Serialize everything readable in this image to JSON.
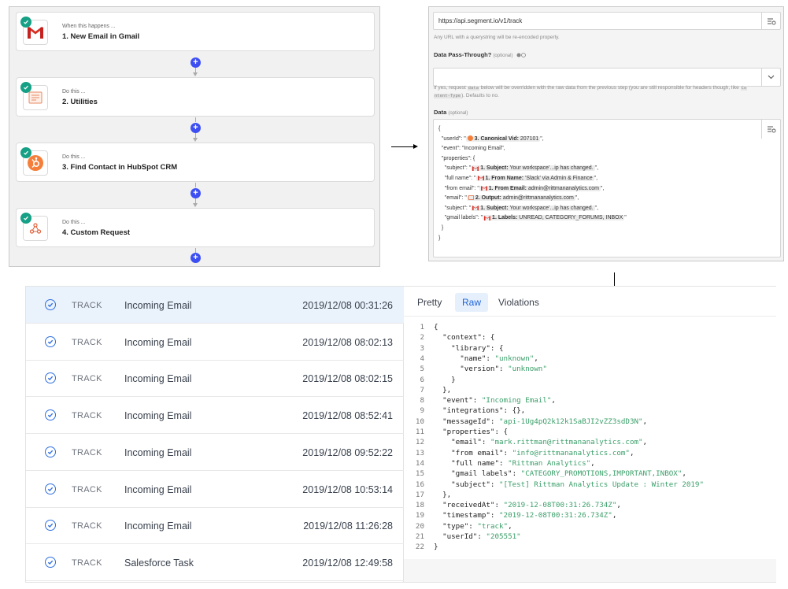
{
  "zap": {
    "steps": [
      {
        "subtitle": "When this happens ...",
        "title": "1. New Email in Gmail",
        "app": "gmail-icon"
      },
      {
        "subtitle": "Do this ...",
        "title": "2. Utilities",
        "app": "utilities-icon"
      },
      {
        "subtitle": "Do this ...",
        "title": "3. Find Contact in HubSpot CRM",
        "app": "hubspot-icon"
      },
      {
        "subtitle": "Do this ...",
        "title": "4. Custom Request",
        "app": "webhook-icon"
      }
    ],
    "add_label": "+"
  },
  "request": {
    "url": "https://api.segment.io/v1/track",
    "url_hint": "Any URL with a querystring will be re-encoded properly.",
    "passthrough_label": "Data Pass-Through?",
    "passthrough_optional": "(optional)",
    "passthrough_hint_pre": "If yes, request",
    "passthrough_hint_code1": "data",
    "passthrough_hint_mid": "below will be overridden with the raw data from the previous step (you are still responsible for headers though, like",
    "passthrough_hint_code2a": "Co",
    "passthrough_hint_code2b": "ntent-Type",
    "passthrough_hint_post": "). Defaults to no.",
    "data_label": "Data",
    "data_optional": "(optional)",
    "data_lines": {
      "l1": "{",
      "l2_pre": "\"userId\": \"",
      "l2_bold": "3. Canonical Vid:",
      "l2_val": "207101",
      "l2_post": "\",",
      "l3": "\"event\": \"Incoming Email\",",
      "l4": "\"properties\": {",
      "l5_pre": "\"subject\": \"",
      "l5_bold": "1. Subject:",
      "l5_val": "Your workspace'...ip has changed.",
      "l5_post": "\",",
      "l6_pre": "\"full name\": \"",
      "l6_bold": "1. From Name:",
      "l6_val": "'Slack' via Admin & Finance",
      "l6_post": "\",",
      "l7_pre": "\"from email\": \"",
      "l7_bold": "1. From Email:",
      "l7_val": "admin@rittmananalytics.com",
      "l7_post": "\",",
      "l8_pre": "\"email\": \"",
      "l8_bold": "2. Output:",
      "l8_val": "admin@rittmananalytics.com",
      "l8_post": "\",",
      "l9_pre": "\"subject\": \"",
      "l9_bold": "1. Subject:",
      "l9_val": "Your workspace'...ip has changed.",
      "l9_post": "\",",
      "l10_pre": "\"gmail labels\": \"",
      "l10_bold": "1. Labels:",
      "l10_val": "UNREAD, CATEGORY_FORUMS, INBOX",
      "l10_post": "\"",
      "l11": "}",
      "l12": "}"
    }
  },
  "events": [
    {
      "type": "TRACK",
      "name": "Incoming Email",
      "time": "2019/12/08 00:31:26"
    },
    {
      "type": "TRACK",
      "name": "Incoming Email",
      "time": "2019/12/08 08:02:13"
    },
    {
      "type": "TRACK",
      "name": "Incoming Email",
      "time": "2019/12/08 08:02:15"
    },
    {
      "type": "TRACK",
      "name": "Incoming Email",
      "time": "2019/12/08 08:52:41"
    },
    {
      "type": "TRACK",
      "name": "Incoming Email",
      "time": "2019/12/08 09:52:22"
    },
    {
      "type": "TRACK",
      "name": "Incoming Email",
      "time": "2019/12/08 10:53:14"
    },
    {
      "type": "TRACK",
      "name": "Incoming Email",
      "time": "2019/12/08 11:26:28"
    },
    {
      "type": "TRACK",
      "name": "Salesforce Task",
      "time": "2019/12/08 12:49:58"
    }
  ],
  "tabs": [
    "Pretty",
    "Raw",
    "Violations"
  ],
  "json_lines": [
    [
      {
        "t": "p",
        "v": "{"
      }
    ],
    [
      {
        "t": "k",
        "v": "  \"context\""
      },
      {
        "t": "p",
        "v": ": {"
      }
    ],
    [
      {
        "t": "k",
        "v": "    \"library\""
      },
      {
        "t": "p",
        "v": ": {"
      }
    ],
    [
      {
        "t": "k",
        "v": "      \"name\""
      },
      {
        "t": "p",
        "v": ": "
      },
      {
        "t": "s",
        "v": "\"unknown\""
      },
      {
        "t": "p",
        "v": ","
      }
    ],
    [
      {
        "t": "k",
        "v": "      \"version\""
      },
      {
        "t": "p",
        "v": ": "
      },
      {
        "t": "s",
        "v": "\"unknown\""
      }
    ],
    [
      {
        "t": "p",
        "v": "    }"
      }
    ],
    [
      {
        "t": "p",
        "v": "  },"
      }
    ],
    [
      {
        "t": "k",
        "v": "  \"event\""
      },
      {
        "t": "p",
        "v": ": "
      },
      {
        "t": "s",
        "v": "\"Incoming Email\""
      },
      {
        "t": "p",
        "v": ","
      }
    ],
    [
      {
        "t": "k",
        "v": "  \"integrations\""
      },
      {
        "t": "p",
        "v": ": {},"
      }
    ],
    [
      {
        "t": "k",
        "v": "  \"messageId\""
      },
      {
        "t": "p",
        "v": ": "
      },
      {
        "t": "s",
        "v": "\"api-1Ug4pQ2k12k1SaBJI2vZZ3sdD3N\""
      },
      {
        "t": "p",
        "v": ","
      }
    ],
    [
      {
        "t": "k",
        "v": "  \"properties\""
      },
      {
        "t": "p",
        "v": ": {"
      }
    ],
    [
      {
        "t": "k",
        "v": "    \"email\""
      },
      {
        "t": "p",
        "v": ": "
      },
      {
        "t": "s",
        "v": "\"mark.rittman@rittmananalytics.com\""
      },
      {
        "t": "p",
        "v": ","
      }
    ],
    [
      {
        "t": "k",
        "v": "    \"from email\""
      },
      {
        "t": "p",
        "v": ": "
      },
      {
        "t": "s",
        "v": "\"info@rittmananalytics.com\""
      },
      {
        "t": "p",
        "v": ","
      }
    ],
    [
      {
        "t": "k",
        "v": "    \"full name\""
      },
      {
        "t": "p",
        "v": ": "
      },
      {
        "t": "s",
        "v": "\"Rittman Analytics\""
      },
      {
        "t": "p",
        "v": ","
      }
    ],
    [
      {
        "t": "k",
        "v": "    \"gmail labels\""
      },
      {
        "t": "p",
        "v": ": "
      },
      {
        "t": "s",
        "v": "\"CATEGORY_PROMOTIONS,IMPORTANT,INBOX\""
      },
      {
        "t": "p",
        "v": ","
      }
    ],
    [
      {
        "t": "k",
        "v": "    \"subject\""
      },
      {
        "t": "p",
        "v": ": "
      },
      {
        "t": "s",
        "v": "\"[Test] Rittman Analytics Update : Winter 2019\""
      }
    ],
    [
      {
        "t": "p",
        "v": "  },"
      }
    ],
    [
      {
        "t": "k",
        "v": "  \"receivedAt\""
      },
      {
        "t": "p",
        "v": ": "
      },
      {
        "t": "s",
        "v": "\"2019-12-08T00:31:26.734Z\""
      },
      {
        "t": "p",
        "v": ","
      }
    ],
    [
      {
        "t": "k",
        "v": "  \"timestamp\""
      },
      {
        "t": "p",
        "v": ": "
      },
      {
        "t": "s",
        "v": "\"2019-12-08T00:31:26.734Z\""
      },
      {
        "t": "p",
        "v": ","
      }
    ],
    [
      {
        "t": "k",
        "v": "  \"type\""
      },
      {
        "t": "p",
        "v": ": "
      },
      {
        "t": "s",
        "v": "\"track\""
      },
      {
        "t": "p",
        "v": ","
      }
    ],
    [
      {
        "t": "k",
        "v": "  \"userId\""
      },
      {
        "t": "p",
        "v": ": "
      },
      {
        "t": "s",
        "v": "\"205551\""
      }
    ],
    [
      {
        "t": "p",
        "v": "}"
      }
    ]
  ],
  "colors": {
    "accent": "#2f6fe0",
    "zap_plus": "#3d4ff2",
    "json_string": "#3a9f69",
    "check_green": "#16a085"
  }
}
